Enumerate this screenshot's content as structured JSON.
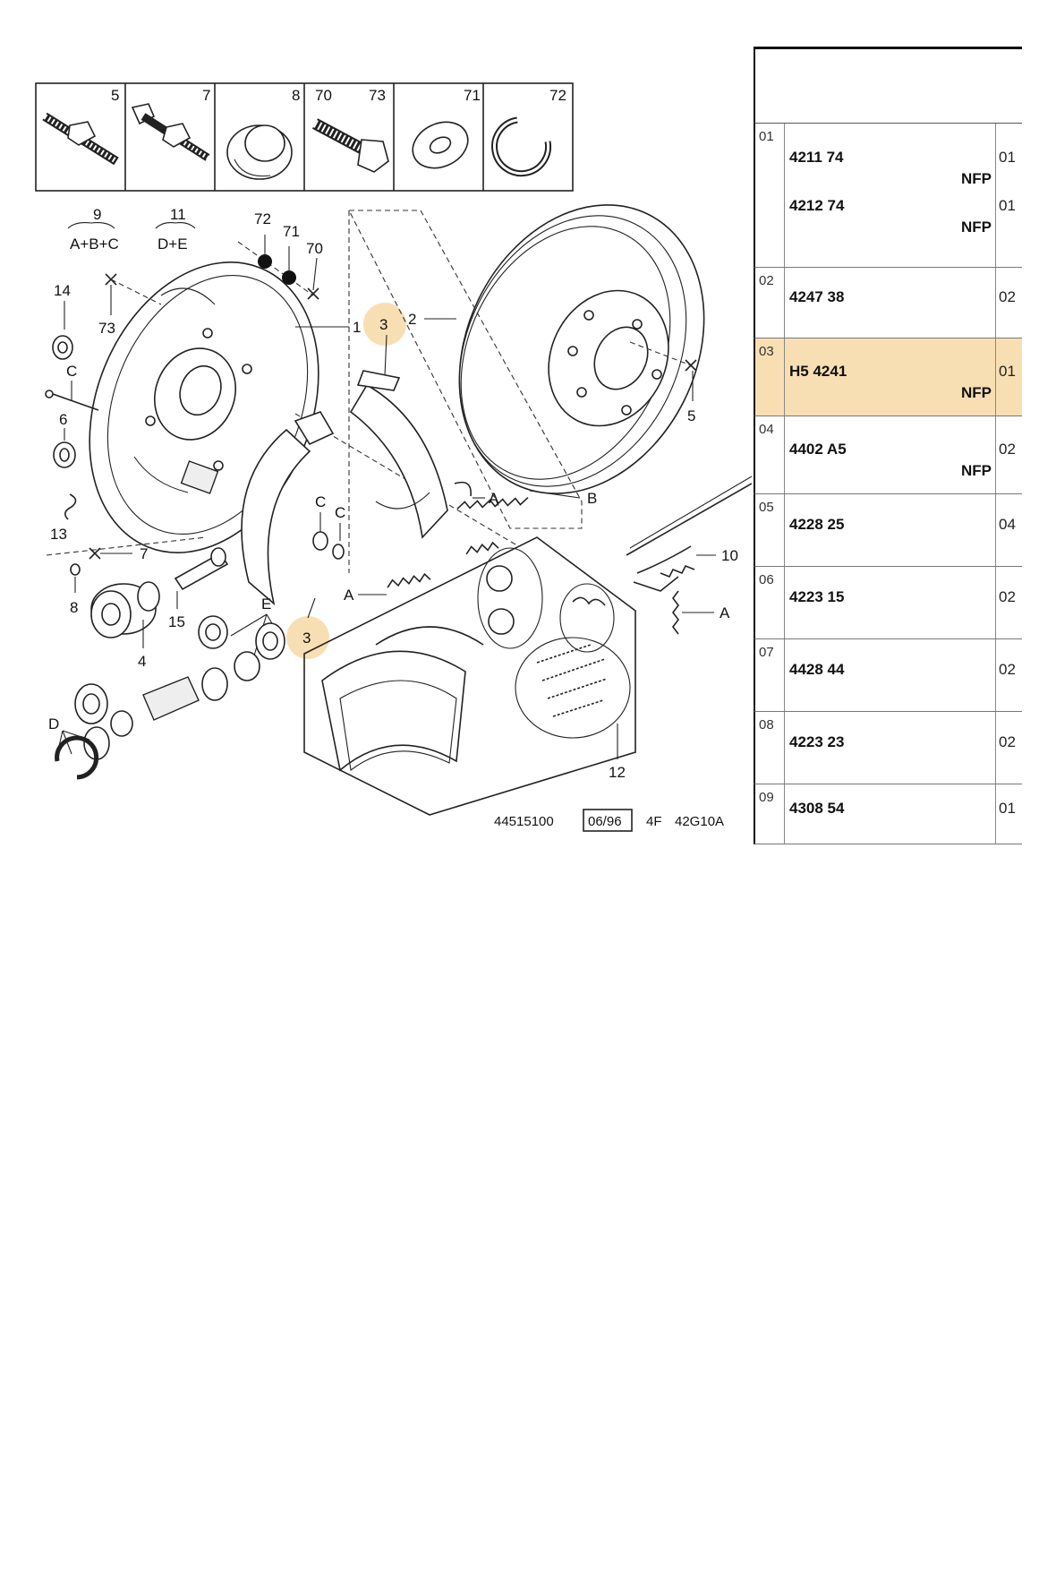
{
  "diagram": {
    "callouts": {
      "c5": "5",
      "c7": "7",
      "c8": "8",
      "c70": "70",
      "c73": "73",
      "c71": "71",
      "c72": "72",
      "group9": "9",
      "group9_def": "A+B+C",
      "group11": "11",
      "group11_def": "D+E",
      "l72": "72",
      "l71": "71",
      "l70": "70",
      "l14": "14",
      "l73": "73",
      "lC1": "C",
      "l6": "6",
      "l13": "13",
      "l1": "1",
      "l2": "2",
      "l3a": "3",
      "l3b": "3",
      "l5": "5",
      "lA1": "A",
      "lB": "B",
      "lC2": "C",
      "lC3": "C",
      "lA2": "A",
      "lA3": "A",
      "l10": "10",
      "l7": "7",
      "l8": "8",
      "l4": "4",
      "l15": "15",
      "lE": "E",
      "lD": "D",
      "l12": "12"
    },
    "footer": {
      "code": "44515100",
      "date": "06/96",
      "ref1": "4F",
      "ref2": "42G10A"
    }
  },
  "parts_table": {
    "highlight_color": "#f8dfb3",
    "rows": [
      {
        "index": "01",
        "lines": [
          {
            "ref": "4211 74",
            "qty": "01",
            "nfp": "NFP"
          },
          {
            "ref": "4212 74",
            "qty": "01",
            "nfp": "NFP"
          }
        ]
      },
      {
        "index": "02",
        "lines": [
          {
            "ref": "4247 38",
            "qty": "02",
            "nfp": ""
          }
        ]
      },
      {
        "index": "03",
        "highlight": true,
        "lines": [
          {
            "ref": "H5 4241",
            "qty": "01",
            "nfp": "NFP"
          }
        ]
      },
      {
        "index": "04",
        "lines": [
          {
            "ref": "4402 A5",
            "qty": "02",
            "nfp": "NFP"
          }
        ]
      },
      {
        "index": "05",
        "lines": [
          {
            "ref": "4228 25",
            "qty": "04",
            "nfp": ""
          }
        ]
      },
      {
        "index": "06",
        "lines": [
          {
            "ref": "4223 15",
            "qty": "02",
            "nfp": ""
          }
        ]
      },
      {
        "index": "07",
        "lines": [
          {
            "ref": "4428 44",
            "qty": "02",
            "nfp": ""
          }
        ]
      },
      {
        "index": "08",
        "lines": [
          {
            "ref": "4223 23",
            "qty": "02",
            "nfp": ""
          }
        ]
      },
      {
        "index": "09",
        "lines": [
          {
            "ref": "4308 54",
            "qty": "01",
            "nfp": ""
          }
        ]
      }
    ]
  }
}
